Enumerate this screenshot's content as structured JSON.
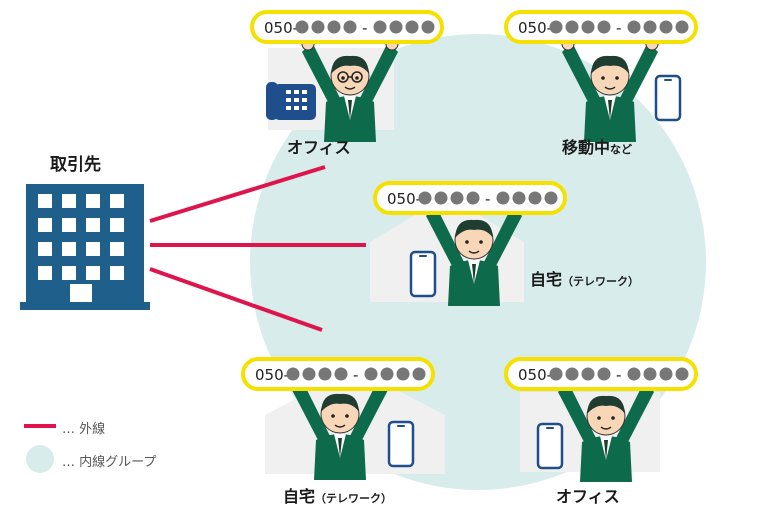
{
  "client": {
    "label": "取引先"
  },
  "phone_pill": {
    "prefix": "050-",
    "mid_dash": "-"
  },
  "nodes": [
    {
      "id": "office-top",
      "label": "オフィス",
      "suffix": ""
    },
    {
      "id": "mobile",
      "label": "移動中",
      "suffix": "など"
    },
    {
      "id": "home-center",
      "label": "自宅",
      "suffix": "（テレワーク）"
    },
    {
      "id": "home-bottom",
      "label": "自宅",
      "suffix": "（テレワーク）"
    },
    {
      "id": "office-bottom",
      "label": "オフィス",
      "suffix": ""
    }
  ],
  "legend": {
    "external": "… 外線",
    "internal": "… 内線グループ"
  },
  "colors": {
    "external_line": "#e0144c",
    "group_circle": "#d8ecec",
    "building": "#1f5f8b",
    "person_green": "#0d6b4b",
    "pill_border": "#f5e000",
    "dot": "#777777",
    "house": "#f0f0f0",
    "phone_blue": "#1f4e8c"
  },
  "icons": {
    "building": "building-icon",
    "desk_phone": "desk-phone-icon",
    "smartphone": "smartphone-icon",
    "house": "house-icon",
    "office": "office-building-icon"
  }
}
